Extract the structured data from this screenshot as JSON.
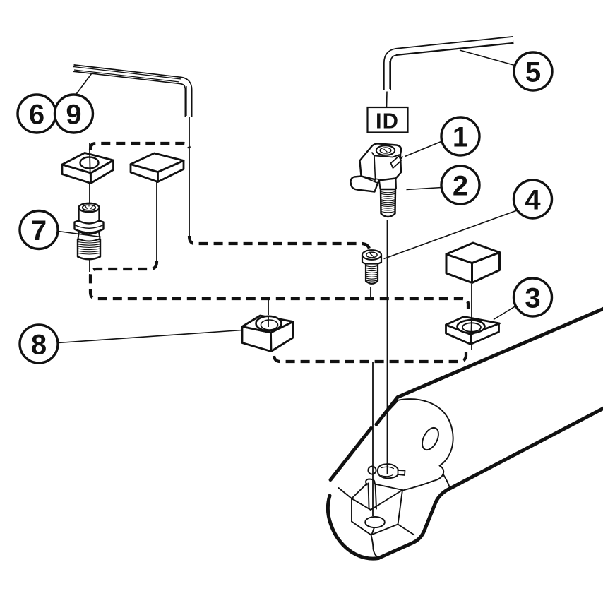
{
  "diagram": {
    "kind": "exploded-assembly-line-drawing"
  },
  "colors": {
    "line": "#111111",
    "background": "#ffffff"
  },
  "id_label": "ID",
  "callouts": {
    "c1": "1",
    "c2": "2",
    "c3": "3",
    "c4": "4",
    "c5": "5",
    "c6": "6",
    "c7": "7",
    "c8": "8",
    "c9": "9"
  }
}
